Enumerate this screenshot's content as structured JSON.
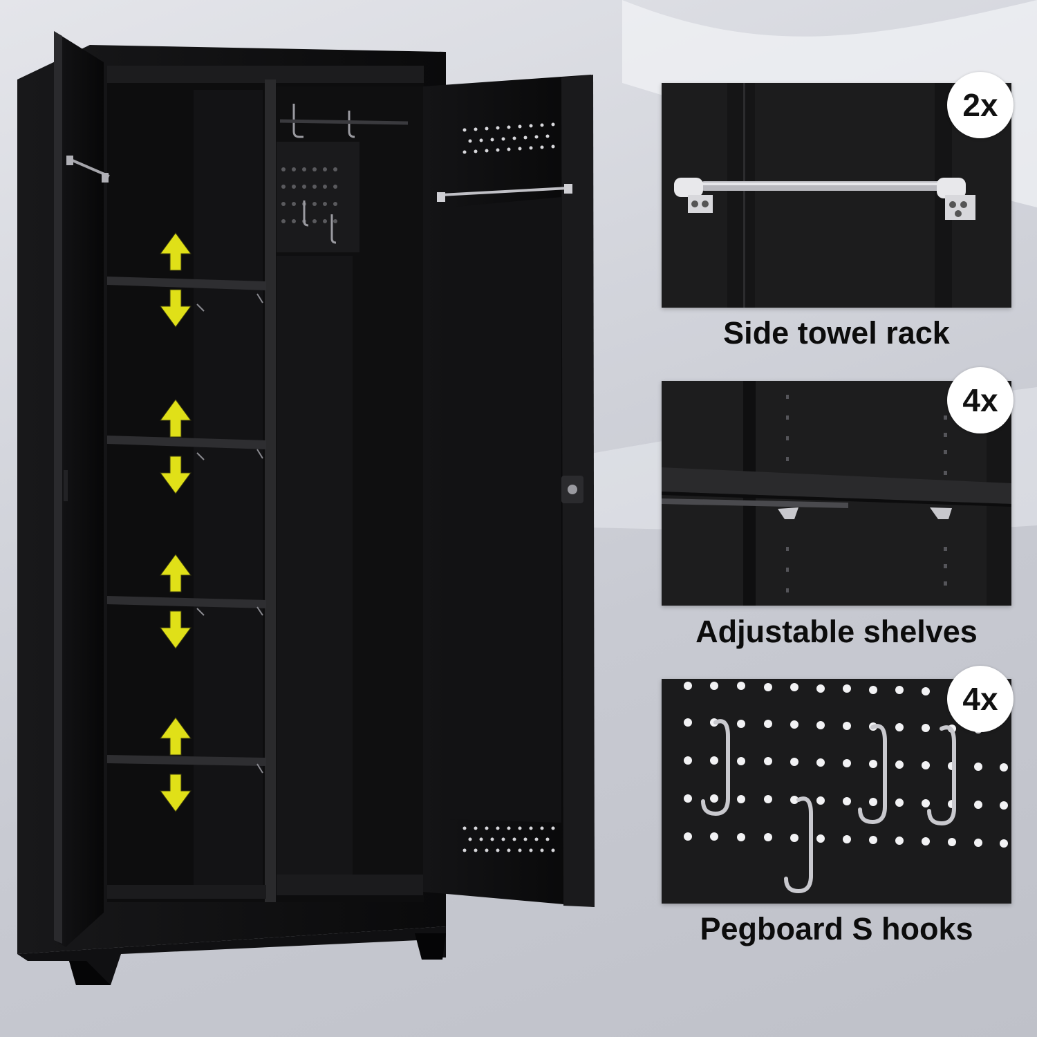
{
  "features": [
    {
      "badge": "2x",
      "label": "Side towel rack"
    },
    {
      "badge": "4x",
      "label": "Adjustable shelves"
    },
    {
      "badge": "4x",
      "label": "Pegboard S hooks"
    }
  ],
  "colors": {
    "cabinet": "#0b0b0c",
    "arrow_accent": "#e0e018",
    "background": "#cfd1d8"
  },
  "icons": [
    "double-arrow-icon",
    "towel-rack-icon",
    "shelf-bracket-icon",
    "s-hook-icon"
  ]
}
